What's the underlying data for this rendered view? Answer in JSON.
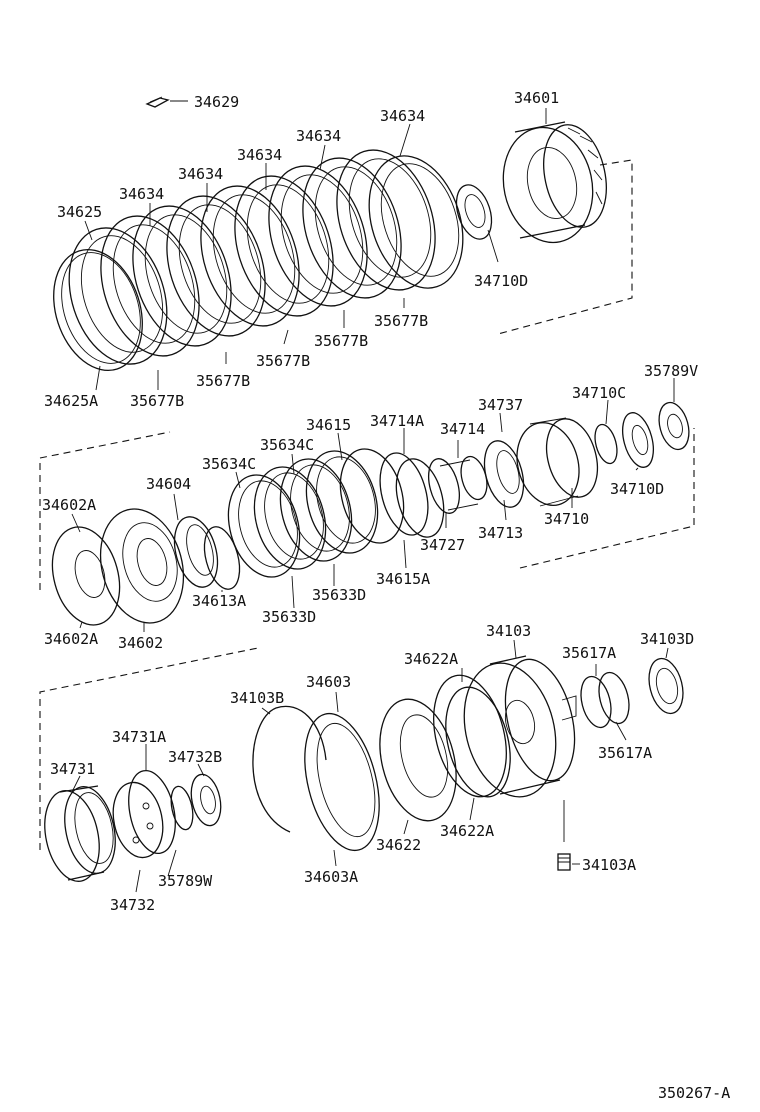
{
  "diagram_id": "350267-A",
  "parts": {
    "p34629": "34629",
    "p34601": "34601",
    "p34634_a": "34634",
    "p34634_b": "34634",
    "p34634_c": "34634",
    "p34634_d": "34634",
    "p34634_e": "34634",
    "p34625": "34625",
    "p34710D_a": "34710D",
    "p35677B_a": "35677B",
    "p35677B_b": "35677B",
    "p35677B_c": "35677B",
    "p35677B_d": "35677B",
    "p35677B_e": "35677B",
    "p34625A": "34625A",
    "p34737": "34737",
    "p34710C": "34710C",
    "p35789V": "35789V",
    "p34615": "34615",
    "p34714A": "34714A",
    "p34714": "34714",
    "p35634C_a": "35634C",
    "p35634C_b": "35634C",
    "p34604": "34604",
    "p34602A_a": "34602A",
    "p34710D_b": "34710D",
    "p34710": "34710",
    "p34713": "34713",
    "p34727": "34727",
    "p34615A": "34615A",
    "p35633D_a": "35633D",
    "p35633D_b": "35633D",
    "p34613A": "34613A",
    "p34602A_b": "34602A",
    "p34602": "34602",
    "p34103": "34103",
    "p34103D": "34103D",
    "p34622A_a": "34622A",
    "p35617A_a": "35617A",
    "p34603": "34603",
    "p34103B": "34103B",
    "p35617A_b": "35617A",
    "p34731A": "34731A",
    "p34732B": "34732B",
    "p34731": "34731",
    "p34622A_b": "34622A",
    "p34622": "34622",
    "p34103A": "34103A",
    "p35789W": "35789W",
    "p34603A": "34603A",
    "p34732": "34732"
  }
}
